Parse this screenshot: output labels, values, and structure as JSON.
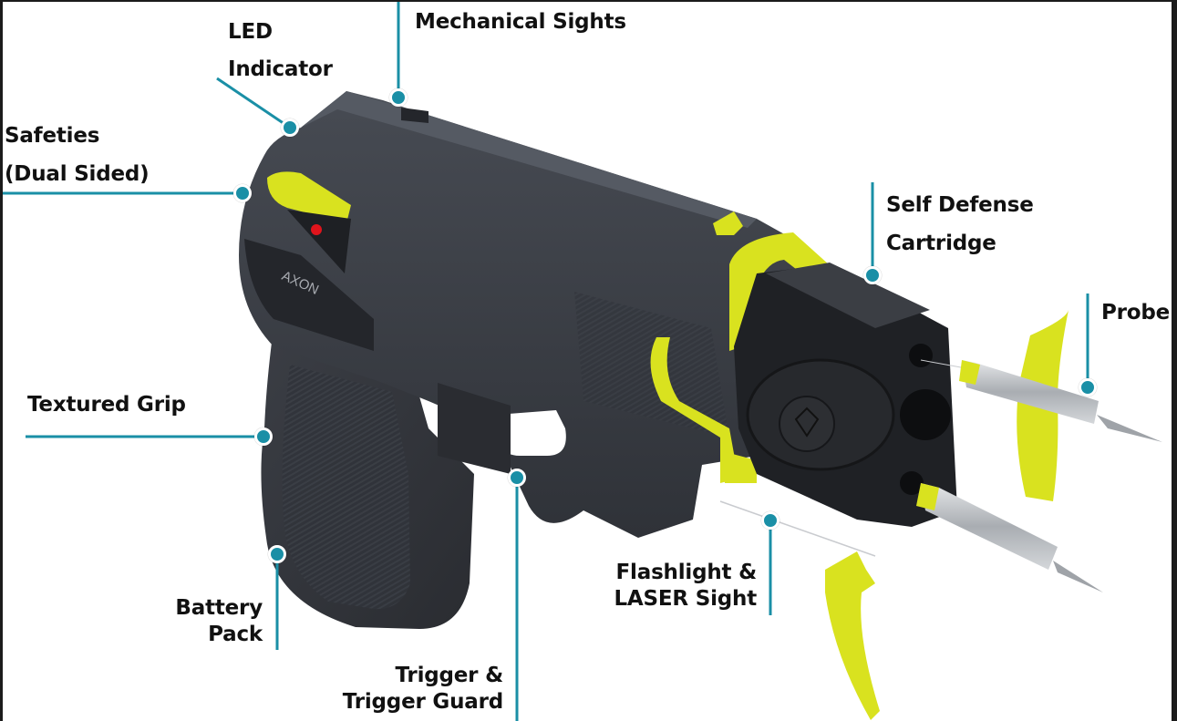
{
  "colors": {
    "callout_teal": "#1a8fa6",
    "body_dark": "#3a3d44",
    "accent_yellow": "#d9e21f",
    "text": "#111111",
    "frame": "#1b1b1b",
    "led_red": "#e0141c"
  },
  "product": {
    "brand_mark": "AXON",
    "description": "Exploded view of a conducted energy self-defense device with dual probes"
  },
  "callouts": [
    {
      "id": "mechanical-sights",
      "lines": [
        "Mechanical Sights"
      ],
      "icon": "callout-dot"
    },
    {
      "id": "led-indicator",
      "lines": [
        "LED",
        "Indicator"
      ],
      "icon": "callout-dot"
    },
    {
      "id": "safeties",
      "lines": [
        "Safeties",
        "(Dual Sided)"
      ],
      "icon": "callout-dot"
    },
    {
      "id": "self-defense-cartridge",
      "lines": [
        "Self Defense",
        "Cartridge"
      ],
      "icon": "callout-dot"
    },
    {
      "id": "probe",
      "lines": [
        "Probe"
      ],
      "icon": "callout-dot"
    },
    {
      "id": "textured-grip",
      "lines": [
        "Textured Grip"
      ],
      "icon": "callout-dot"
    },
    {
      "id": "battery-pack",
      "lines": [
        "Battery",
        "Pack"
      ],
      "icon": "callout-dot"
    },
    {
      "id": "trigger-guard",
      "lines": [
        "Trigger &",
        "Trigger Guard"
      ],
      "icon": "callout-dot"
    },
    {
      "id": "flashlight-laser",
      "lines": [
        "Flashlight &",
        "LASER Sight"
      ],
      "icon": "callout-dot"
    }
  ]
}
